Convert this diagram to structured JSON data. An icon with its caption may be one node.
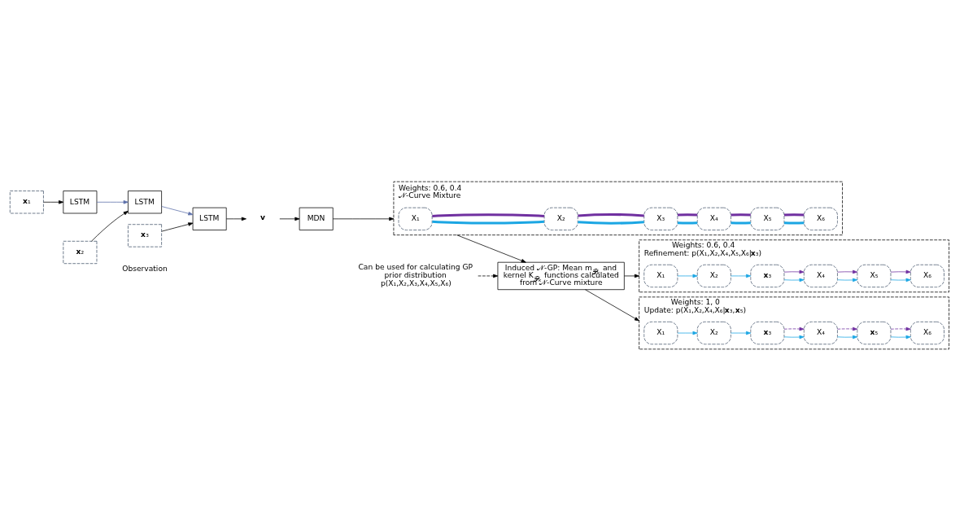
{
  "diagram": {
    "nodes": [
      {
        "text": [
          "**x**₁"
        ]
      },
      {
        "text": [
          "**x**₂"
        ]
      },
      {
        "text": [
          "**x**₃"
        ]
      },
      {
        "text": [
          "LSTM"
        ]
      },
      {
        "text": [
          "LSTM"
        ]
      },
      {
        "text": [
          "LSTM"
        ]
      },
      {
        "text": [
          "**v**"
        ]
      },
      {
        "text": [
          "MDN"
        ]
      },
      {
        "text": [
          "Weights: 0.6, 0.4",
          "𝒩-Curve Mixture"
        ]
      },
      {
        "text": [
          "X₁"
        ],
        "in": 8
      },
      {
        "text": [
          "X₂"
        ],
        "in": 8
      },
      {
        "text": [
          "X₃"
        ],
        "in": 8
      },
      {
        "text": [
          "X₄"
        ],
        "in": 8
      },
      {
        "text": [
          "X₅"
        ],
        "in": 8
      },
      {
        "text": [
          "X₆"
        ],
        "in": 8
      },
      {
        "text": [
          "Induced 𝒩-GP: Mean m$_{𝒫ₖ}$ and kernel K$_{𝒫ₖ}$ functions calculated from 𝒩-Curve mixture"
        ]
      },
      {
        "text": [
          "Can be used for calculating GP prior distribution p(X₁,X₂,X₃,X₄,X₅,X₆)"
        ]
      },
      {
        "text": [
          "Weights: 0.6, 0.4",
          "Refinement: p(X₁,X₂,X₄,X₅,X₆|**x**₃)"
        ]
      },
      {
        "text": [
          "X₁"
        ],
        "in": 17
      },
      {
        "text": [
          "X₂"
        ],
        "in": 17
      },
      {
        "text": [
          "**x**₃"
        ],
        "in": 17
      },
      {
        "text": [
          "X₄"
        ],
        "in": 17
      },
      {
        "text": [
          "X₅"
        ],
        "in": 17
      },
      {
        "text": [
          "X₆"
        ],
        "in": 17
      },
      {
        "text": [
          "Weights: 1, 0",
          "Update: p(X₁,X₂,X₄,X₆|**x**₃,**x**₅)"
        ]
      },
      {
        "text": [
          "X₁"
        ],
        "in": 24
      },
      {
        "text": [
          "X₂"
        ],
        "in": 24
      },
      {
        "text": [
          "**x**₃"
        ],
        "in": 24
      },
      {
        "text": [
          "X₄"
        ],
        "in": 24
      },
      {
        "text": [
          "**x**₅"
        ],
        "in": 24
      },
      {
        "text": [
          "X₆"
        ],
        "in": 24
      }
    ],
    "edges": [
      {
        "from": 0,
        "to": 3,
        "arrow": "to",
        "color": "#000000"
      },
      {
        "from": 1,
        "to": 4,
        "arrow": "to",
        "color": "#000000"
      },
      {
        "from": 2,
        "to": 5,
        "arrow": "to",
        "color": "#000000"
      },
      {
        "from": 3,
        "to": 4,
        "arrow": "to",
        "color": "#5b6fa8"
      },
      {
        "from": 4,
        "to": 5,
        "arrow": "to",
        "color": "#5b6fa8"
      },
      {
        "from": 5,
        "to": 6,
        "arrow": "to",
        "color": "#000000"
      },
      {
        "from": 6,
        "to": 7,
        "arrow": "to",
        "color": "#000000"
      },
      {
        "from": 7,
        "to": 8,
        "arrow": "to",
        "color": "#000000"
      },
      {
        "from": 8,
        "to": 15,
        "arrow": "to",
        "color": "#000000"
      },
      {
        "from": 16,
        "to": 15,
        "arrow": "to",
        "style": "dashed",
        "color": "#000000"
      },
      {
        "from": 15,
        "to": 17,
        "arrow": "to",
        "color": "#000000"
      },
      {
        "from": 15,
        "to": 24,
        "arrow": "to",
        "color": "#000000"
      },
      {
        "from": 9,
        "to": 10,
        "arrow": "none",
        "style": "thick",
        "color": "#1ba6e3"
      },
      {
        "from": 10,
        "to": 11,
        "arrow": "none",
        "style": "thick",
        "color": "#1ba6e3"
      },
      {
        "from": 11,
        "to": 12,
        "arrow": "none",
        "style": "thick",
        "color": "#1ba6e3"
      },
      {
        "from": 12,
        "to": 13,
        "arrow": "none",
        "style": "thick",
        "color": "#1ba6e3"
      },
      {
        "from": 13,
        "to": 14,
        "arrow": "none",
        "style": "thick",
        "color": "#1ba6e3"
      },
      {
        "from": 9,
        "to": 10,
        "arrow": "none",
        "style": "thick",
        "color": "#7030a0"
      },
      {
        "from": 10,
        "to": 11,
        "arrow": "none",
        "style": "thick",
        "color": "#7030a0"
      },
      {
        "from": 11,
        "to": 12,
        "arrow": "none",
        "style": "thick",
        "color": "#7030a0"
      },
      {
        "from": 12,
        "to": 13,
        "arrow": "none",
        "style": "thick",
        "color": "#7030a0"
      },
      {
        "from": 13,
        "to": 14,
        "arrow": "none",
        "style": "thick",
        "color": "#7030a0"
      },
      {
        "from": 18,
        "to": 19,
        "arrow": "to",
        "color": "#1ba6e3"
      },
      {
        "from": 19,
        "to": 20,
        "arrow": "to",
        "color": "#1ba6e3"
      },
      {
        "from": 20,
        "to": 21,
        "arrow": "to",
        "color": "#1ba6e3"
      },
      {
        "from": 21,
        "to": 22,
        "arrow": "to",
        "color": "#1ba6e3"
      },
      {
        "from": 22,
        "to": 23,
        "arrow": "to",
        "color": "#1ba6e3"
      },
      {
        "from": 20,
        "to": 21,
        "arrow": "to",
        "color": "#7030a0"
      },
      {
        "from": 21,
        "to": 22,
        "arrow": "to",
        "color": "#7030a0"
      },
      {
        "from": 22,
        "to": 23,
        "arrow": "to",
        "color": "#7030a0"
      },
      {
        "from": 25,
        "to": 26,
        "arrow": "to",
        "color": "#1ba6e3"
      },
      {
        "from": 26,
        "to": 27,
        "arrow": "to",
        "color": "#1ba6e3"
      },
      {
        "from": 27,
        "to": 28,
        "arrow": "to",
        "color": "#1ba6e3"
      },
      {
        "from": 28,
        "to": 29,
        "arrow": "to",
        "color": "#1ba6e3"
      },
      {
        "from": 29,
        "to": 30,
        "arrow": "to",
        "color": "#1ba6e3"
      },
      {
        "from": 27,
        "to": 28,
        "arrow": "to",
        "style": "dashed",
        "color": "#7030a0"
      },
      {
        "from": 28,
        "to": 29,
        "arrow": "to",
        "style": "dashed",
        "color": "#7030a0"
      },
      {
        "from": 29,
        "to": 30,
        "arrow": "to",
        "style": "dashed",
        "color": "#7030a0"
      }
    ],
    "labels": [
      "Observation"
    ]
  }
}
